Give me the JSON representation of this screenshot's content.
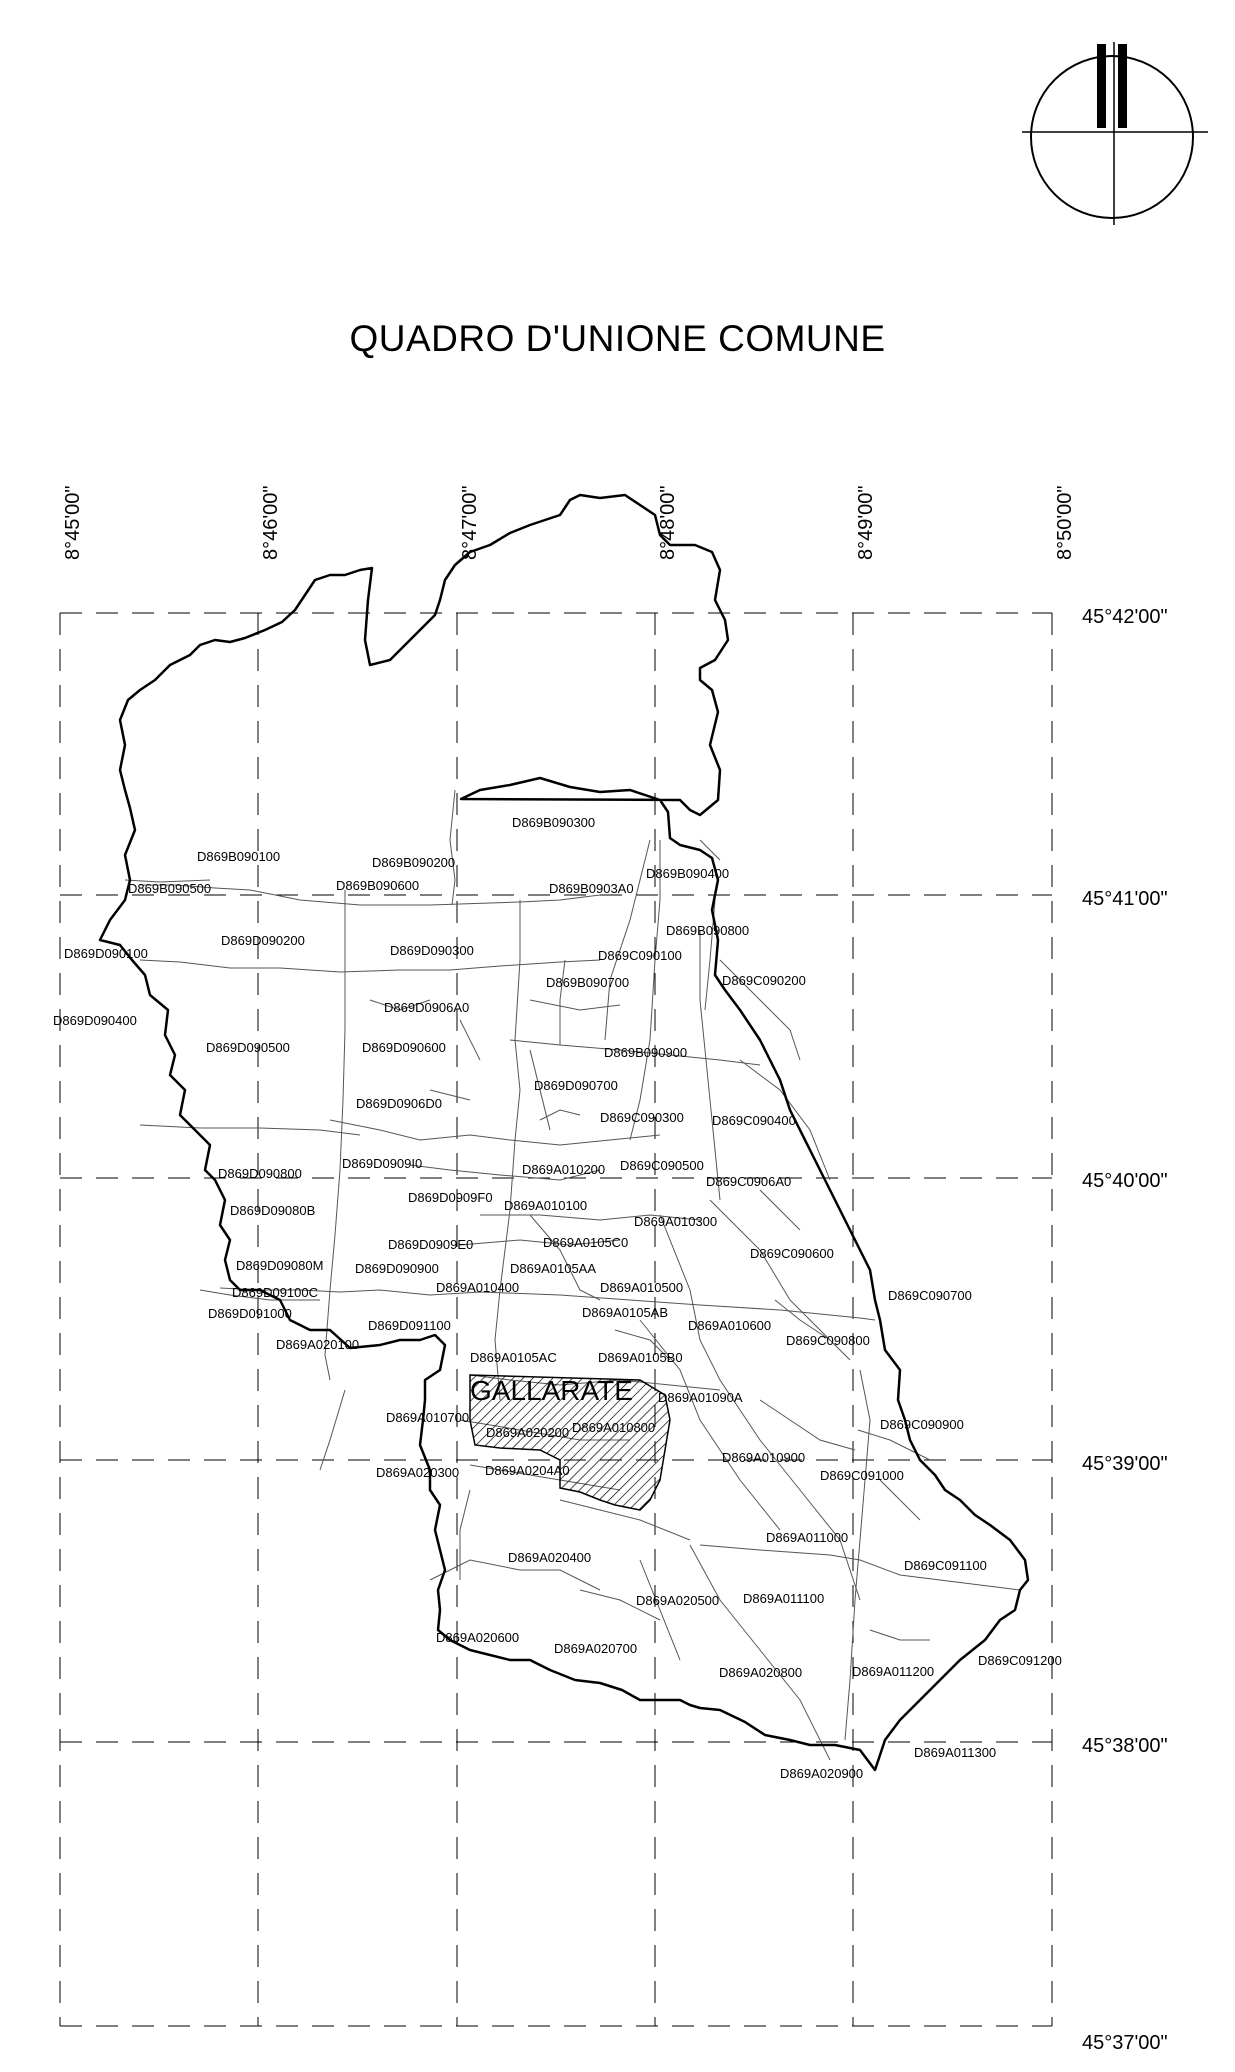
{
  "title": "QUADRO D'UNIONE COMUNE",
  "town_name": "GALLARATE",
  "longitude_labels": [
    "8°45'00\"",
    "8°46'00\"",
    "8°47'00\"",
    "8°48'00\"",
    "8°49'00\"",
    "8°50'00\""
  ],
  "latitude_labels": [
    "45°42'00\"",
    "45°41'00\"",
    "45°40'00\"",
    "45°39'00\"",
    "45°38'00\"",
    "45°37'00\""
  ],
  "sheets": [
    {
      "code": "D869B090100"
    },
    {
      "code": "D869B090200"
    },
    {
      "code": "D869B090300"
    },
    {
      "code": "D869B090500"
    },
    {
      "code": "D869B090600"
    },
    {
      "code": "D869B0903A0"
    },
    {
      "code": "D869B090400"
    },
    {
      "code": "D869B090800"
    },
    {
      "code": "D869D090100"
    },
    {
      "code": "D869D090200"
    },
    {
      "code": "D869D090300"
    },
    {
      "code": "D869C090100"
    },
    {
      "code": "D869B090700"
    },
    {
      "code": "D869C090200"
    },
    {
      "code": "D869D090400"
    },
    {
      "code": "D869D0906A0"
    },
    {
      "code": "D869D090500"
    },
    {
      "code": "D869D090600"
    },
    {
      "code": "D869B090900"
    },
    {
      "code": "D869D090700"
    },
    {
      "code": "D869D0906D0"
    },
    {
      "code": "D869C090300"
    },
    {
      "code": "D869C090400"
    },
    {
      "code": "D869D090800"
    },
    {
      "code": "D869D0909I0"
    },
    {
      "code": "D869A010200"
    },
    {
      "code": "D869C090500"
    },
    {
      "code": "D869C0906A0"
    },
    {
      "code": "D869D0909F0"
    },
    {
      "code": "D869D09080B"
    },
    {
      "code": "D869A010100"
    },
    {
      "code": "D869A010300"
    },
    {
      "code": "D869D0909E0"
    },
    {
      "code": "D869A0105C0"
    },
    {
      "code": "D869C090600"
    },
    {
      "code": "D869D09080M"
    },
    {
      "code": "D869D090900"
    },
    {
      "code": "D869A0105AA"
    },
    {
      "code": "D869D09100C"
    },
    {
      "code": "D869A010400"
    },
    {
      "code": "D869A010500"
    },
    {
      "code": "D869C090700"
    },
    {
      "code": "D869D091000"
    },
    {
      "code": "D869A0105AB"
    },
    {
      "code": "D869D091100"
    },
    {
      "code": "D869A010600"
    },
    {
      "code": "D869A020100"
    },
    {
      "code": "D869C090800"
    },
    {
      "code": "D869A0105AC"
    },
    {
      "code": "D869A0105B0"
    },
    {
      "code": "D869A01090A"
    },
    {
      "code": "D869A010700"
    },
    {
      "code": "D869A020200"
    },
    {
      "code": "D869A010800"
    },
    {
      "code": "D869C090900"
    },
    {
      "code": "D869A010900"
    },
    {
      "code": "D869A020300"
    },
    {
      "code": "D869A0204A0"
    },
    {
      "code": "D869C091000"
    },
    {
      "code": "D869A011000"
    },
    {
      "code": "D869A020400"
    },
    {
      "code": "D869C091100"
    },
    {
      "code": "D869A020500"
    },
    {
      "code": "D869A011100"
    },
    {
      "code": "D869A020600"
    },
    {
      "code": "D869A020700"
    },
    {
      "code": "D869A020800"
    },
    {
      "code": "D869A011200"
    },
    {
      "code": "D869C091200"
    },
    {
      "code": "D869A011300"
    },
    {
      "code": "D869A020900"
    }
  ]
}
